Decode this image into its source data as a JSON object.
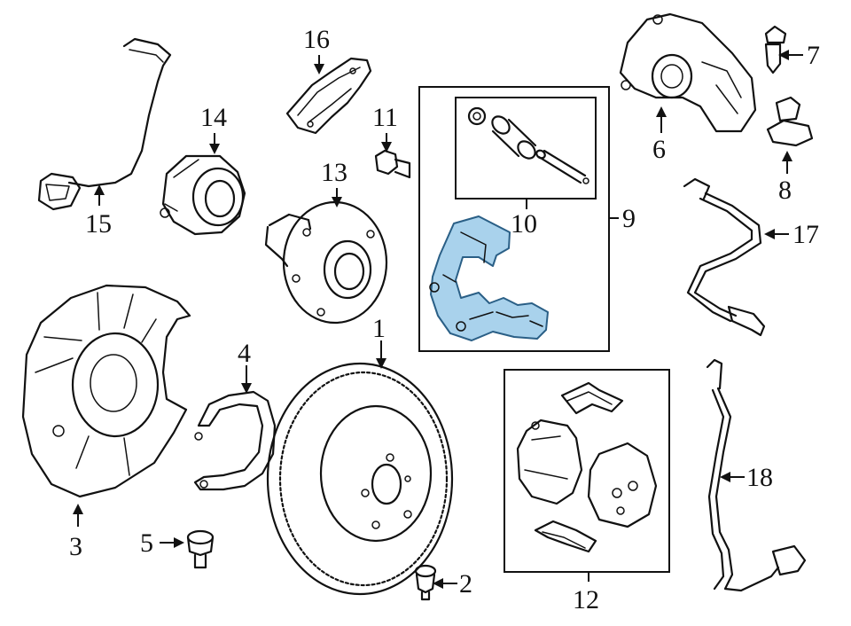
{
  "highlight_color": "#a9d2ec",
  "highlight_stroke": "#2a5f86",
  "callouts": [
    {
      "id": "1",
      "part": "rotor",
      "label": "1"
    },
    {
      "id": "2",
      "part": "rotor-screw",
      "label": "2"
    },
    {
      "id": "3",
      "part": "splash-shield",
      "label": "3"
    },
    {
      "id": "4",
      "part": "park-brake-shoe",
      "label": "4"
    },
    {
      "id": "5",
      "part": "shield-bolt",
      "label": "5"
    },
    {
      "id": "6",
      "part": "caliper",
      "label": "6"
    },
    {
      "id": "7",
      "part": "bleeder",
      "label": "7"
    },
    {
      "id": "8",
      "part": "cap",
      "label": "8"
    },
    {
      "id": "9",
      "part": "caliper-support-kit",
      "label": "9"
    },
    {
      "id": "10",
      "part": "guide-pin-kit",
      "label": "10"
    },
    {
      "id": "11",
      "part": "support-bolt",
      "label": "11"
    },
    {
      "id": "12",
      "part": "pad-kit",
      "label": "12"
    },
    {
      "id": "13",
      "part": "hub",
      "label": "13"
    },
    {
      "id": "14",
      "part": "bearing",
      "label": "14"
    },
    {
      "id": "15",
      "part": "wear-sensor",
      "label": "15"
    },
    {
      "id": "16",
      "part": "bracket",
      "label": "16"
    },
    {
      "id": "17",
      "part": "brake-hose",
      "label": "17"
    },
    {
      "id": "18",
      "part": "abs-sensor",
      "label": "18"
    }
  ]
}
